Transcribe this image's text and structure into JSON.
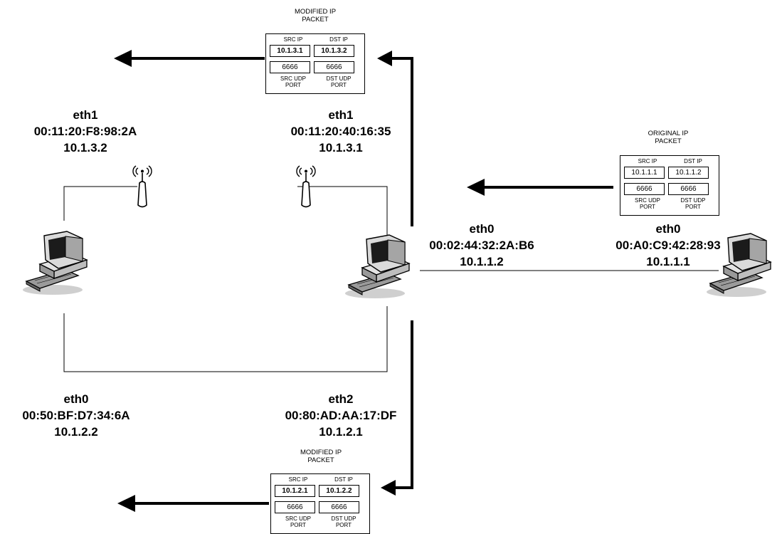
{
  "interfaces": {
    "left_eth1": {
      "name": "eth1",
      "mac": "00:11:20:F8:98:2A",
      "ip": "10.1.3.2"
    },
    "router_eth1": {
      "name": "eth1",
      "mac": "00:11:20:40:16:35",
      "ip": "10.1.3.1"
    },
    "router_eth0": {
      "name": "eth0",
      "mac": "00:02:44:32:2A:B6",
      "ip": "10.1.1.2"
    },
    "right_eth0": {
      "name": "eth0",
      "mac": "00:A0:C9:42:28:93",
      "ip": "10.1.1.1"
    },
    "left_eth0": {
      "name": "eth0",
      "mac": "00:50:BF:D7:34:6A",
      "ip": "10.1.2.2"
    },
    "router_eth2": {
      "name": "eth2",
      "mac": "00:80:AD:AA:17:DF",
      "ip": "10.1.2.1"
    }
  },
  "packets": {
    "top": {
      "title_l1": "MODIFIED IP",
      "title_l2": "PACKET",
      "src_ip_hdr": "SRC IP",
      "dst_ip_hdr": "DST IP",
      "src_ip": "10.1.3.1",
      "dst_ip": "10.1.3.2",
      "src_port": "6666",
      "dst_port": "6666",
      "src_port_l1": "SRC UDP",
      "src_port_l2": "PORT",
      "dst_port_l1": "DST UDP",
      "dst_port_l2": "PORT"
    },
    "original": {
      "title_l1": "ORIGINAL IP",
      "title_l2": "PACKET",
      "src_ip_hdr": "SRC IP",
      "dst_ip_hdr": "DST IP",
      "src_ip": "10.1.1.1",
      "dst_ip": "10.1.1.2",
      "src_port": "6666",
      "dst_port": "6666",
      "src_port_l1": "SRC UDP",
      "src_port_l2": "PORT",
      "dst_port_l1": "DST UDP",
      "dst_port_l2": "PORT"
    },
    "bottom": {
      "title_l1": "MODIFIED IP",
      "title_l2": "PACKET",
      "src_ip_hdr": "SRC IP",
      "dst_ip_hdr": "DST IP",
      "src_ip": "10.1.2.1",
      "dst_ip": "10.1.2.2",
      "src_port": "6666",
      "dst_port": "6666",
      "src_port_l1": "SRC UDP",
      "src_port_l2": "PORT",
      "dst_port_l1": "DST UDP",
      "dst_port_l2": "PORT"
    }
  },
  "icons": [
    "computer-icon",
    "wireless-antenna-icon",
    "arrow-left-icon"
  ]
}
